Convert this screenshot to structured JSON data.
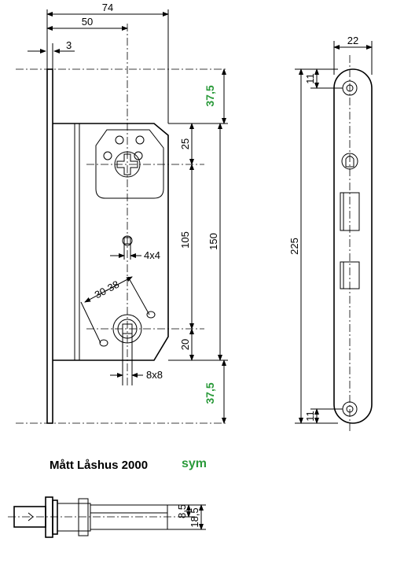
{
  "title": "Mått Låshus 2000",
  "title_suffix": "sym",
  "dimensions": {
    "width_74": "74",
    "width_50": "50",
    "offset_3": "3",
    "top_37_5": "37,5",
    "bottom_37_5": "37,5",
    "d25": "25",
    "d105": "105",
    "d150": "150",
    "d20": "20",
    "d4x4": "4x4",
    "d30_38": "30-38",
    "d8x8": "8x8",
    "w22": "22",
    "h225": "225",
    "d11_top": "11",
    "d11_bottom": "11",
    "d8_5": "8,5",
    "d18_5": "18,5"
  }
}
